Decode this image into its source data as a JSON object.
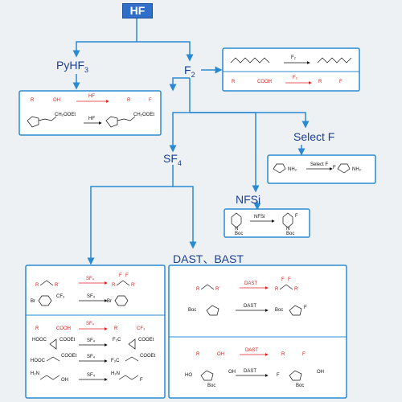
{
  "root": {
    "label": "HF"
  },
  "reagents": {
    "pyhf3": "PyHF",
    "pyhf3_sub": "3",
    "f2": "F",
    "f2_sub": "2",
    "sf4": "SF",
    "sf4_sub": "4",
    "selectf": "Select F",
    "nfsi": "NFSi",
    "dast_bast": "DAST、BAST"
  },
  "panels": {
    "f2": {
      "reaction_reagent": "F₂",
      "red": {
        "left": "R",
        "group": "COOH",
        "reagent": "F₂",
        "product_left": "R",
        "product_right": "F"
      }
    },
    "pyhf3": {
      "red": {
        "left": "R",
        "group": "OH",
        "reagent": "HF",
        "product_left": "R",
        "product_right": "F"
      },
      "reagent": "HF",
      "sm_label": "CH₂OOEt",
      "prod_label": "CH₂OOEt"
    },
    "selectf": {
      "reagent": "Select F",
      "sm_amine": "NH₂",
      "prod_amine": "NH₂",
      "prod_f": "F"
    },
    "nfsi": {
      "reagent": "NFSi",
      "sm_n": "N",
      "sm_boc": "Boc",
      "prod_f": "F",
      "prod_n": "N",
      "prod_boc": "Boc"
    },
    "sf4": {
      "row1": {
        "reagent": "SF₄",
        "r1": "R",
        "r2": "R'",
        "p_r1": "R",
        "p_r2": "R'",
        "f1": "F",
        "f2": "F"
      },
      "row2": {
        "reagent": "SF₄",
        "sm": "Br",
        "cf3": "CF₃",
        "prod": "Br"
      },
      "row3": {
        "left": "R",
        "group": "COOH",
        "reagent": "SF₄",
        "product_left": "R",
        "product_right": "CF₃"
      },
      "row4": {
        "sm_left": "HOOC",
        "sm_right": "COOEt",
        "reagent": "SF₄",
        "prod_left": "F₃C",
        "prod_right": "COOEt"
      },
      "row5": {
        "sm_left": "HOOC",
        "sm_right": "COOEt",
        "reagent": "SF₄",
        "prod_left": "F₃C",
        "prod_right": "COOEt"
      },
      "row6": {
        "sm_amine": "H₂N",
        "sm_acid": "OH",
        "reagent": "SF₄",
        "prod_amine": "H₂N",
        "prod_f": "F"
      }
    },
    "dast": {
      "row1": {
        "reagent": "DAST",
        "r1": "R",
        "r2": "R'",
        "p_r1": "R",
        "p_r2": "R'",
        "f1": "F",
        "f2": "F"
      },
      "row2": {
        "reagent": "DAST",
        "boc": "Boc",
        "prod_boc": "Boc",
        "f": "F"
      },
      "row3": {
        "left": "R",
        "group": "OH",
        "reagent": "DAST",
        "product_left": "R",
        "product_right": "F"
      },
      "row4": {
        "reagent": "DAST",
        "sm_ho": "HO",
        "sm_oh": "OH",
        "sm_boc": "Boc",
        "prod_f": "F",
        "prod_oh": "OH",
        "prod_boc": "Boc"
      }
    }
  },
  "colors": {
    "line": "#2a8ad1",
    "label": "#1b3f8f",
    "red": "#e02020",
    "hf_fill": "#2f6fc9"
  }
}
